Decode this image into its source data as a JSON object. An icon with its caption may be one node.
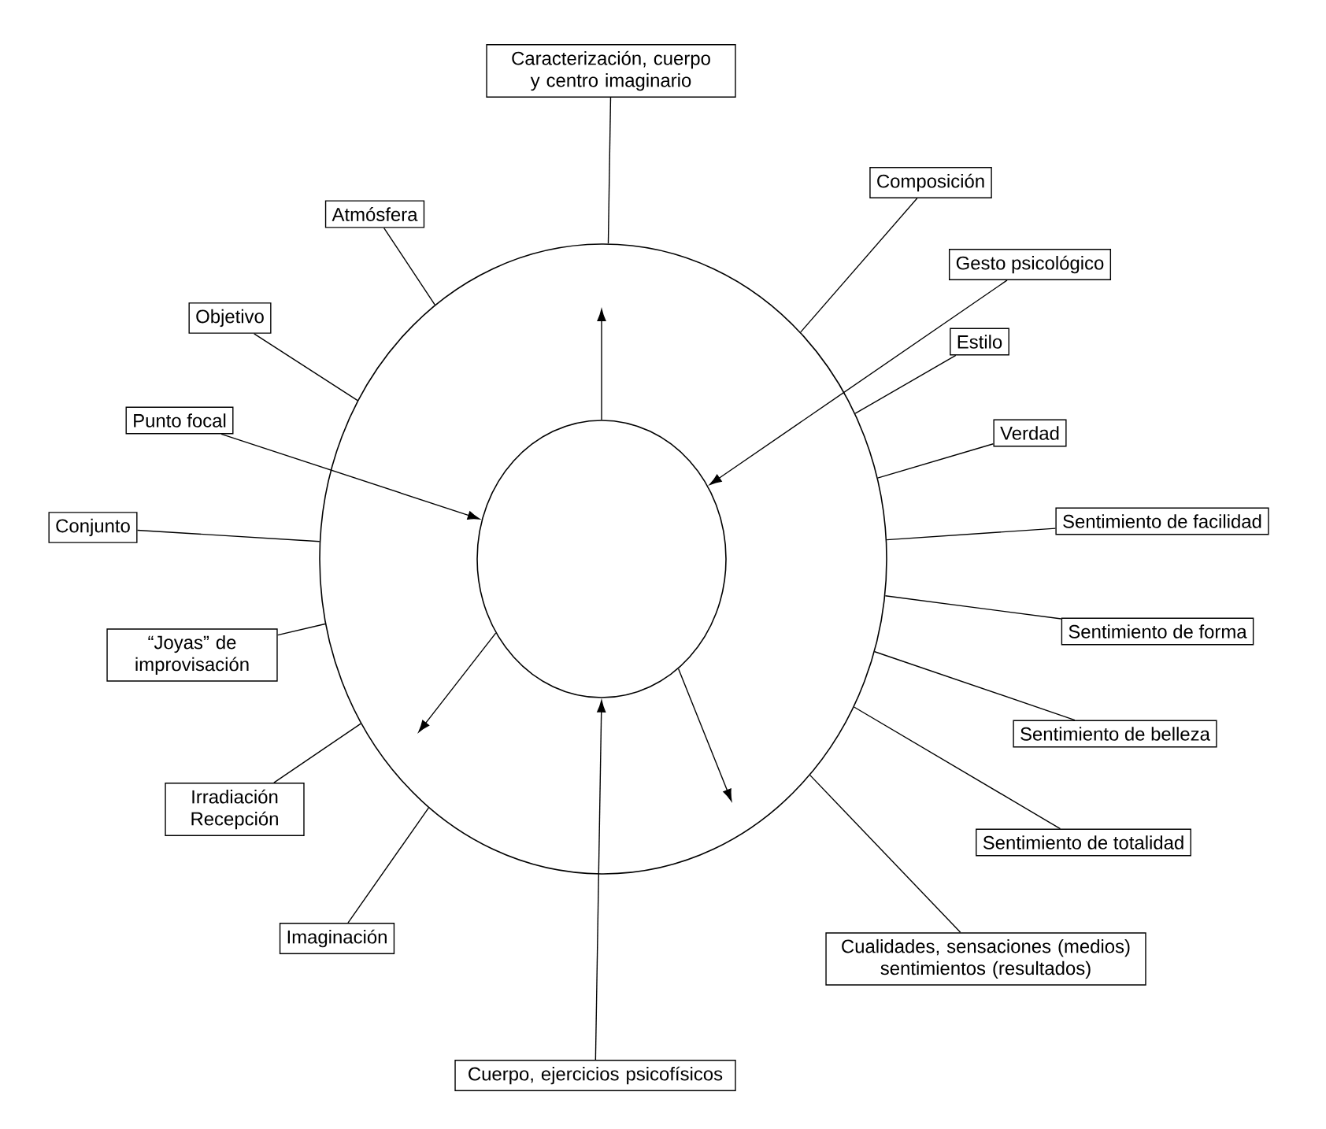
{
  "diagram": {
    "nodes": [
      {
        "text": [],
        "shape": "circle"
      },
      {
        "text": [],
        "shape": "circle",
        "in": 0
      },
      {
        "text": [
          "Caracterización, cuerpo y centro imaginario"
        ]
      },
      {
        "text": [
          "Composición"
        ]
      },
      {
        "text": [
          "Atmósfera"
        ]
      },
      {
        "text": [
          "Gesto psicológico"
        ]
      },
      {
        "text": [
          "Objetivo"
        ]
      },
      {
        "text": [
          "Estilo"
        ]
      },
      {
        "text": [
          "Punto focal"
        ]
      },
      {
        "text": [
          "Verdad"
        ]
      },
      {
        "text": [
          "Conjunto"
        ]
      },
      {
        "text": [
          "Sentimiento de facilidad"
        ]
      },
      {
        "text": [
          "Sentimiento de forma"
        ]
      },
      {
        "text": [
          "“Joyas” de improvisación"
        ]
      },
      {
        "text": [
          "Sentimiento de belleza"
        ]
      },
      {
        "text": [
          "Irradiación Recepción"
        ]
      },
      {
        "text": [
          "Sentimiento de totalidad"
        ]
      },
      {
        "text": [
          "Imaginación"
        ]
      },
      {
        "text": [
          "Cualidades, sensaciones (medios) sentimientos (resultados)"
        ]
      },
      {
        "text": [
          "Cuerpo, ejercicios psicofísicos"
        ]
      }
    ],
    "edges": [
      {
        "from": 2,
        "to": 0,
        "arrow": "none"
      },
      {
        "from": 3,
        "to": 0,
        "arrow": "none"
      },
      {
        "from": 4,
        "to": 0,
        "arrow": "none"
      },
      {
        "from": 5,
        "to": 1,
        "arrow": "to"
      },
      {
        "from": 6,
        "to": 0,
        "arrow": "none"
      },
      {
        "from": 7,
        "to": 0,
        "arrow": "none"
      },
      {
        "from": 8,
        "to": 1,
        "arrow": "to"
      },
      {
        "from": 9,
        "to": 0,
        "arrow": "none"
      },
      {
        "from": 10,
        "to": 0,
        "arrow": "none"
      },
      {
        "from": 11,
        "to": 0,
        "arrow": "none"
      },
      {
        "from": 12,
        "to": 0,
        "arrow": "none"
      },
      {
        "from": 13,
        "to": 0,
        "arrow": "none"
      },
      {
        "from": 14,
        "to": 0,
        "arrow": "none"
      },
      {
        "from": 15,
        "to": 0,
        "arrow": "none"
      },
      {
        "from": 16,
        "to": 0,
        "arrow": "none"
      },
      {
        "from": 17,
        "to": 0,
        "arrow": "none"
      },
      {
        "from": 18,
        "to": 0,
        "arrow": "none"
      },
      {
        "from": 19,
        "to": 1,
        "arrow": "to"
      },
      {
        "from": 1,
        "to": null,
        "arrow": "to"
      },
      {
        "from": 1,
        "to": null,
        "arrow": "to"
      },
      {
        "from": 1,
        "to": null,
        "arrow": "to"
      }
    ]
  }
}
